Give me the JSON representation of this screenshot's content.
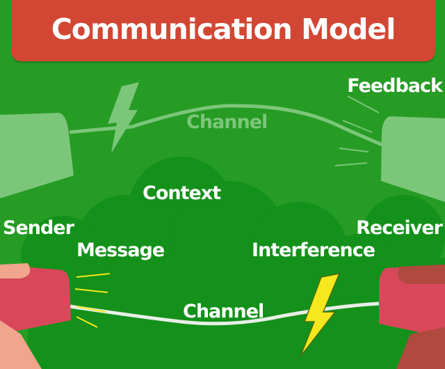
{
  "title": "Communication Model",
  "labels": {
    "channel_top": "Channel",
    "feedback": "Feedback",
    "context": "Context",
    "sender": "Sender",
    "receiver": "Receiver",
    "message": "Message",
    "interference": "Interference",
    "channel_bottom": "Channel"
  },
  "colors": {
    "background": "#269c25",
    "banner": "#d24733",
    "bush": "#0f8f12",
    "faded": "#7cc67a",
    "cup": "#d9485a",
    "bolt": "#f5e81c"
  }
}
